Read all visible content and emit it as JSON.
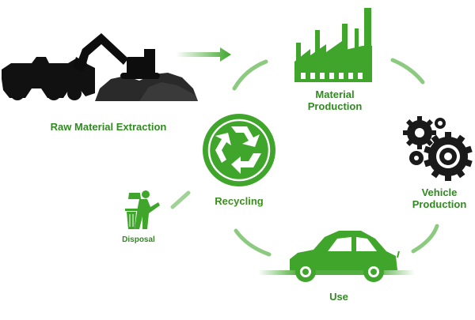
{
  "diagram": {
    "stages": {
      "extraction": {
        "label": "Raw Material Extraction",
        "icon": "excavator-truck-icon"
      },
      "material": {
        "line1": "Material",
        "line2": "Production",
        "icon": "factory-icon"
      },
      "vehicle": {
        "line1": "Vehicle",
        "line2": "Production",
        "icon": "gears-icon"
      },
      "use": {
        "label": "Use",
        "icon": "car-icon"
      },
      "recycling": {
        "label": "Recycling",
        "icon": "recycle-icon"
      },
      "disposal": {
        "label": "Disposal",
        "icon": "trash-bin-icon"
      }
    },
    "colors": {
      "green": "#3fa62b",
      "dark_green": "#2f8a1f",
      "silhouette": "#111111",
      "gear": "#1a1a1a"
    }
  }
}
